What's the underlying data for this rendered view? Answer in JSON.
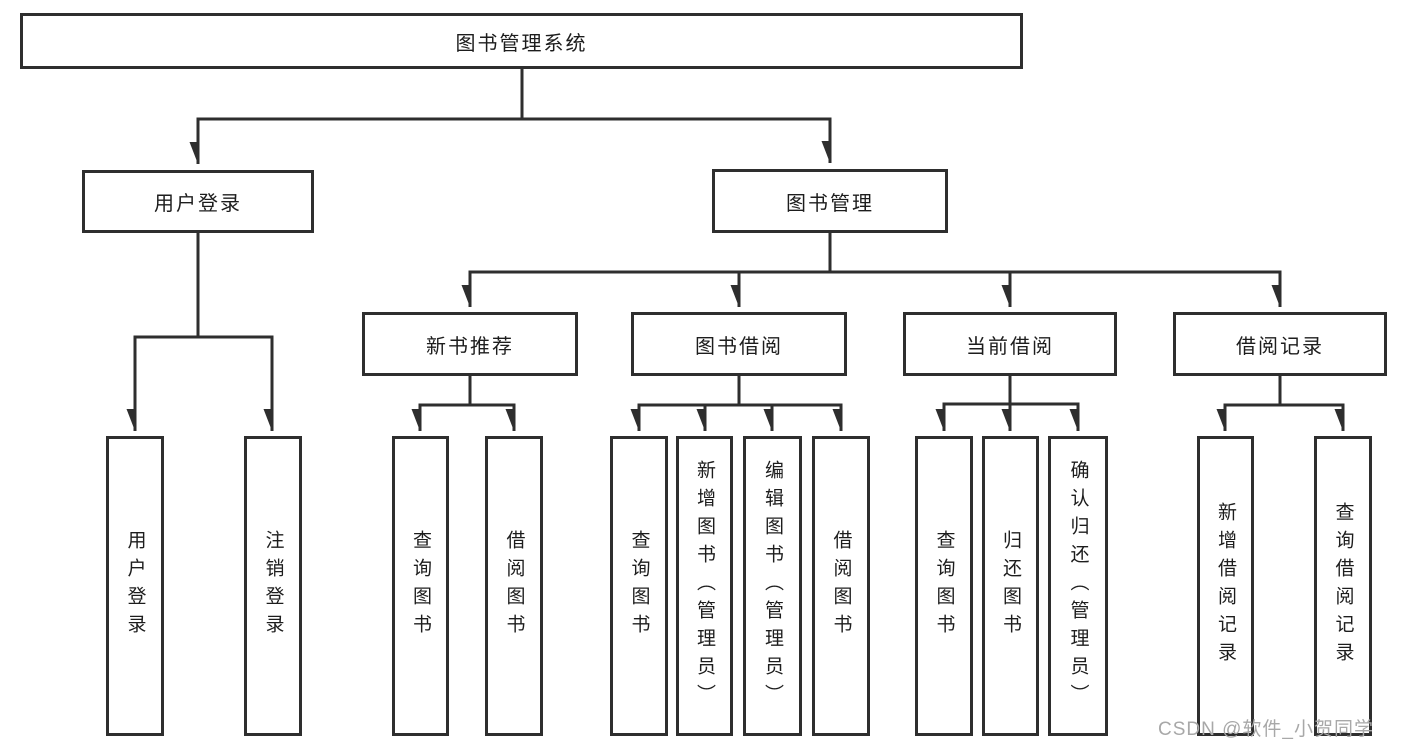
{
  "diagram": {
    "title": "图书管理系统",
    "branches": [
      {
        "label": "用户登录",
        "children": [
          {
            "label": "用户登录"
          },
          {
            "label": "注销登录"
          }
        ]
      },
      {
        "label": "图书管理",
        "children": [
          {
            "label": "新书推荐",
            "children": [
              {
                "label": "查询图书"
              },
              {
                "label": "借阅图书"
              }
            ]
          },
          {
            "label": "图书借阅",
            "children": [
              {
                "label": "查询图书"
              },
              {
                "label": "新增图书（管理员）"
              },
              {
                "label": "编辑图书（管理员）"
              },
              {
                "label": "借阅图书"
              }
            ]
          },
          {
            "label": "当前借阅",
            "children": [
              {
                "label": "查询图书"
              },
              {
                "label": "归还图书"
              },
              {
                "label": "确认归还（管理员）"
              }
            ]
          },
          {
            "label": "借阅记录",
            "children": [
              {
                "label": "新增借阅记录"
              },
              {
                "label": "查询借阅记录"
              }
            ]
          }
        ]
      }
    ]
  },
  "watermark": {
    "text": "CSDN @软件_小贺同学",
    "color": "#a8a8a8"
  },
  "colors": {
    "line": "#2e2e2e",
    "box_border": "#2e2e2e",
    "box_fill": "#ffffff",
    "text": "#1d1d1d",
    "background": "#ffffff"
  }
}
